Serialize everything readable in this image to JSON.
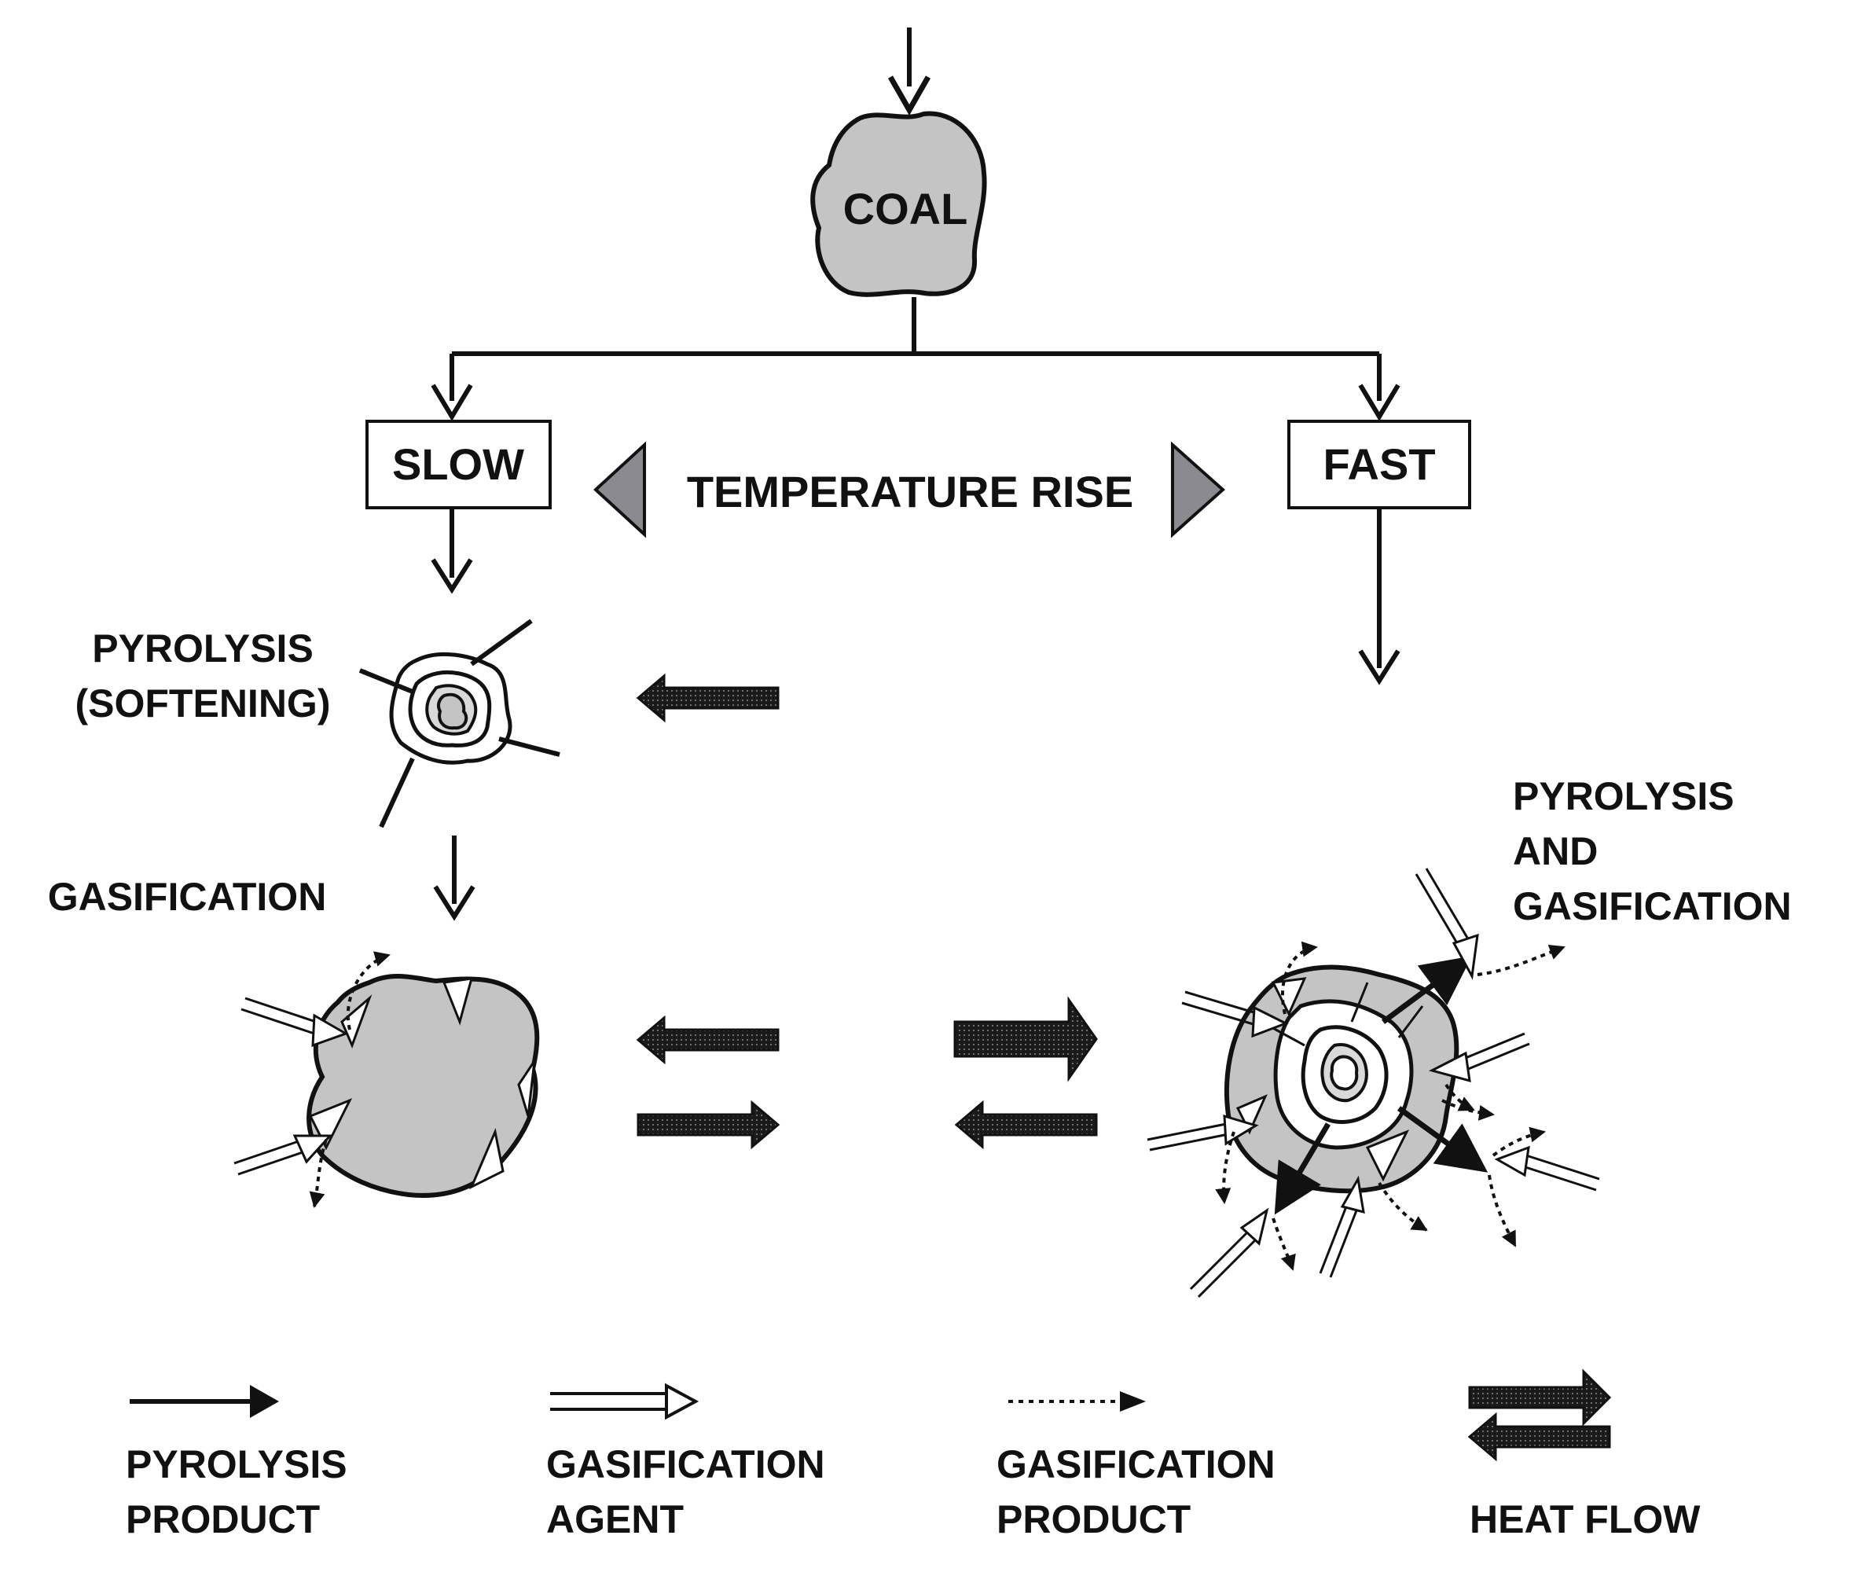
{
  "diagram": {
    "coal_label": "COAL",
    "slow_label": "SLOW",
    "fast_label": "FAST",
    "temperature_rise_label": "TEMPERATURE RISE",
    "pyrolysis_softening": [
      "PYROLYSIS",
      "(SOFTENING)"
    ],
    "gasification_label": "GASIFICATION",
    "pyrolysis_and_gasification": [
      "PYROLYSIS",
      "AND",
      "GASIFICATION"
    ]
  },
  "legend": {
    "pyrolysis_product": [
      "PYROLYSIS",
      "PRODUCT"
    ],
    "gasification_agent": [
      "GASIFICATION",
      "AGENT"
    ],
    "gasification_product": [
      "GASIFICATION",
      "PRODUCT"
    ],
    "heat_flow": [
      "HEAT FLOW"
    ]
  },
  "colors": {
    "particle_fill": "#c4c4c4",
    "arrowhead_fill": "#8a8a90",
    "ink": "#111111"
  }
}
